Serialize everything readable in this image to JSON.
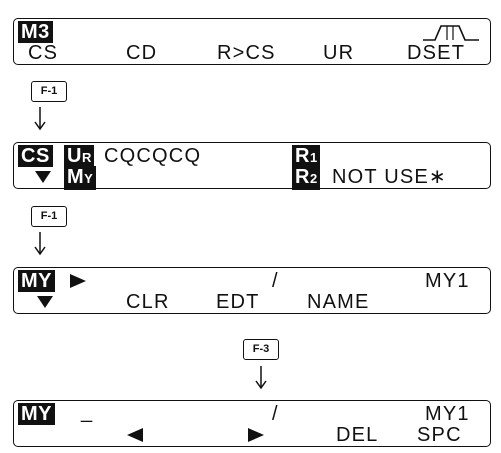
{
  "screen1": {
    "mode_badge": "M3",
    "softkeys": [
      "CS",
      "CD",
      "R>CS",
      "UR",
      "DSET"
    ],
    "signal_icon": "pulse-waveform-icon"
  },
  "key1": {
    "label": "F-1"
  },
  "screen2": {
    "cs_badge": "CS",
    "ur_badge": "U",
    "ur_badge_sub": "R",
    "ur_value": "CQCQCQ",
    "r1_badge": "R",
    "r1_badge_sub": "1",
    "my_badge": "M",
    "my_badge_sub": "Y",
    "r2_badge": "R",
    "r2_badge_sub": "2",
    "r2_value": "NOT USE∗",
    "cursor_icon": "triangle-down-icon"
  },
  "key2": {
    "label": "F-1"
  },
  "screen3": {
    "my_badge": "MY",
    "pointer_icon": "triangle-right-icon",
    "slash": "/",
    "memory": "MY1",
    "cursor_icon": "triangle-down-icon",
    "softkeys": [
      "CLR",
      "EDT",
      "NAME"
    ]
  },
  "key3": {
    "label": "F-3"
  },
  "screen4": {
    "my_badge": "MY",
    "cursor": "_",
    "slash": "/",
    "memory": "MY1",
    "left_icon": "triangle-left-icon",
    "right_icon": "triangle-right-icon",
    "softkeys": [
      "DEL",
      "SPC"
    ]
  }
}
